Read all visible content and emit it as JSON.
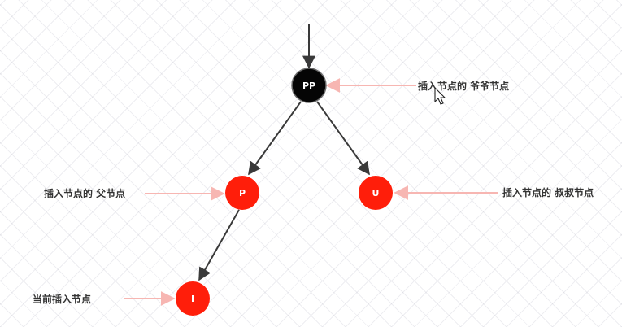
{
  "colors": {
    "node_black": "#050505",
    "node_red": "#ff1e0a",
    "tree_edge": "#3a3a3a",
    "pointer_arrow": "#f7b6b2",
    "caption_text": "#333333"
  },
  "nodes": {
    "pp": {
      "label": "PP",
      "color": "black"
    },
    "p": {
      "label": "P",
      "color": "red"
    },
    "u": {
      "label": "U",
      "color": "red"
    },
    "i": {
      "label": "I",
      "color": "red"
    }
  },
  "captions": {
    "grandparent": "插入节点的 爷爷节点",
    "parent": "插入节点的 父节点",
    "uncle": "插入节点的 叔叔节点",
    "current": "当前插入节点"
  },
  "cursor": {
    "icon": "mouse-pointer-icon"
  }
}
